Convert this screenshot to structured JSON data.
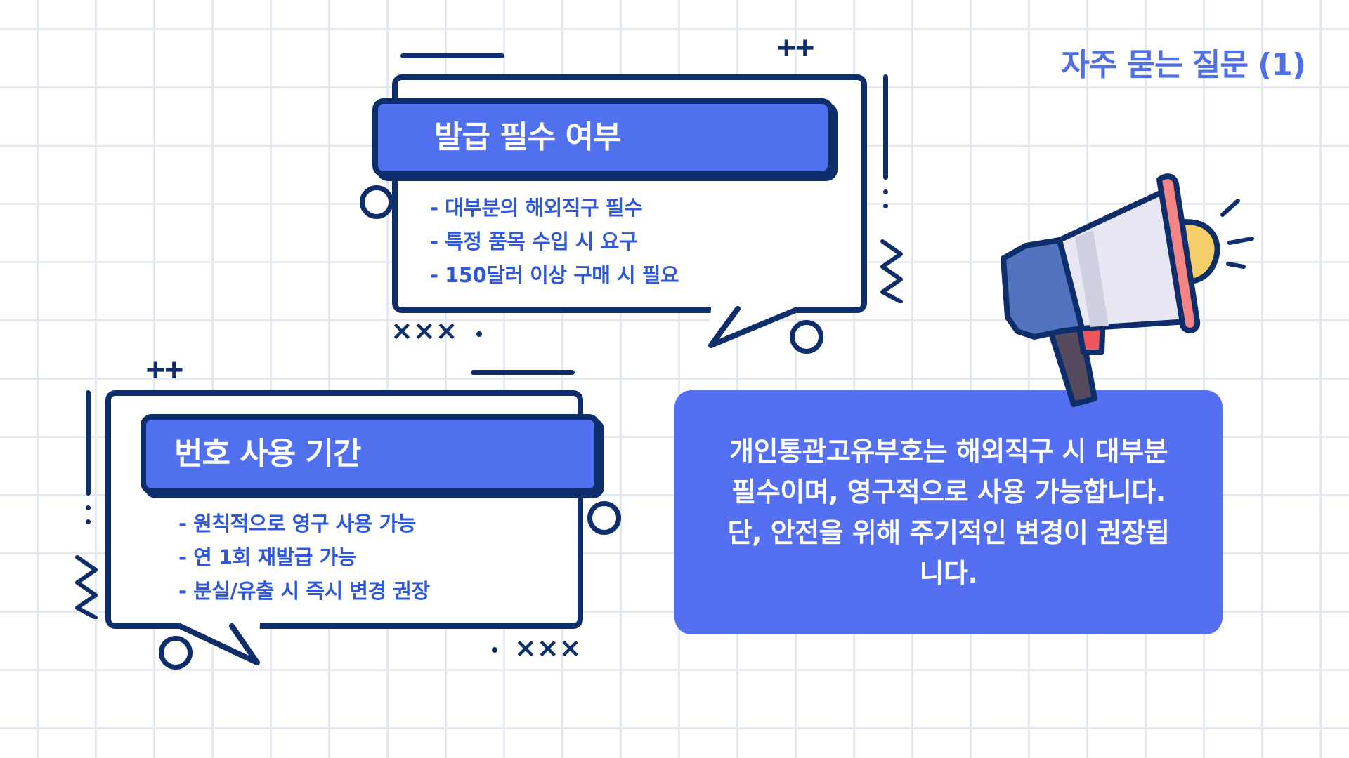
{
  "page_title": "자주 묻는 질문 (1)",
  "card_issuance": {
    "heading": "발급 필수 여부",
    "items": [
      "- 대부분의 해외직구 필수",
      "- 특정 품목 수입 시 요구",
      "- 150달러 이상 구매 시 필요"
    ]
  },
  "card_period": {
    "heading": "번호 사용 기간",
    "items": [
      "- 원칙적으로 영구 사용 가능",
      "- 연 1회 재발급 가능",
      "- 분실/유출 시 즉시 변경 권장"
    ]
  },
  "decorations": {
    "plus_marks": "++",
    "x_marks": "×××"
  },
  "info_box": {
    "text": "개인통관고유부호는 해외직구 시 대부분 필수이며, 영구적으로 사용 가능합니다. 단, 안전을 위해 주기적인 변경이 권장됩니다."
  },
  "colors": {
    "accent": "#5070ee",
    "outline": "#0d2d6b",
    "text_blue": "#2f58d8",
    "grid": "#e4e8ef"
  },
  "icons": [
    "megaphone-icon"
  ]
}
